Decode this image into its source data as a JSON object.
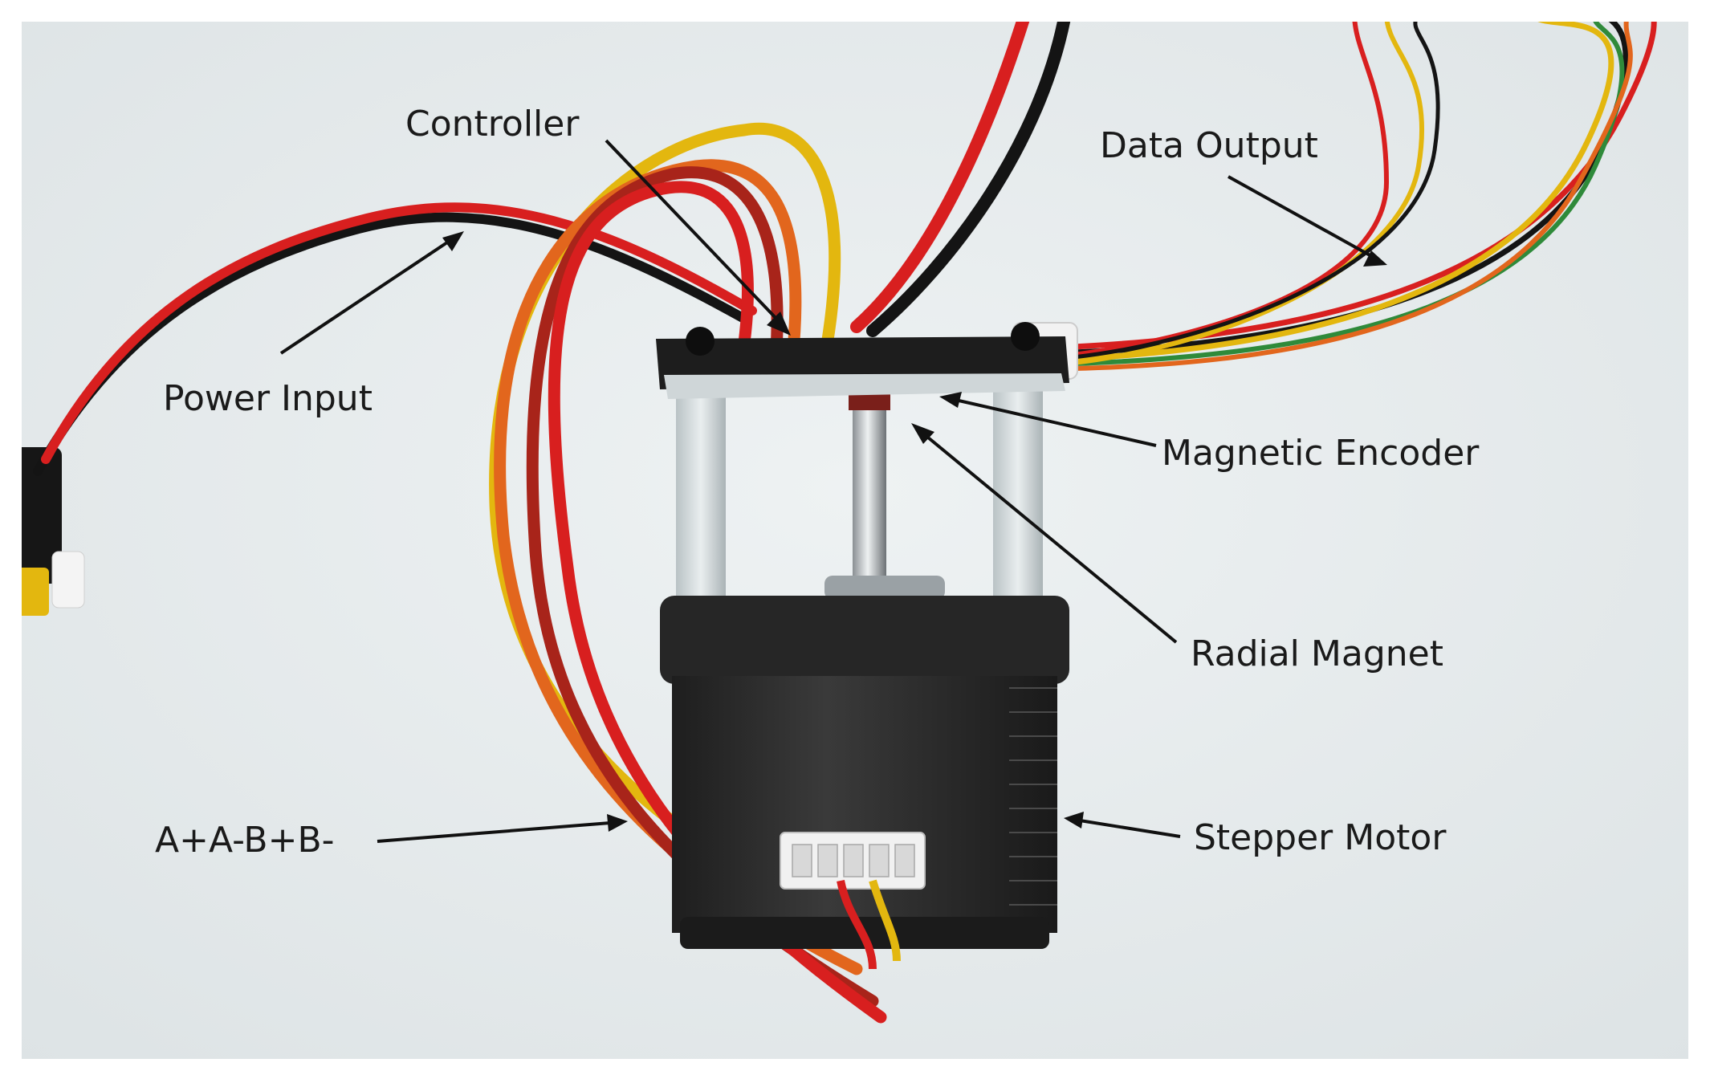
{
  "labels": {
    "controller": "Controller",
    "data_output": "Data Output",
    "power_input": "Power Input",
    "magnetic_encoder": "Magnetic Encoder",
    "radial_magnet": "Radial Magnet",
    "coil_leads": "A+A-B+B-",
    "stepper_motor": "Stepper Motor"
  },
  "colors": {
    "background": "#e6ebec",
    "wire_red": "#d81f1f",
    "wire_black": "#141414",
    "wire_yellow": "#e3b70f",
    "wire_orange": "#e2661d",
    "wire_green": "#2f8a3a",
    "motor_body": "#2a2a2a"
  }
}
